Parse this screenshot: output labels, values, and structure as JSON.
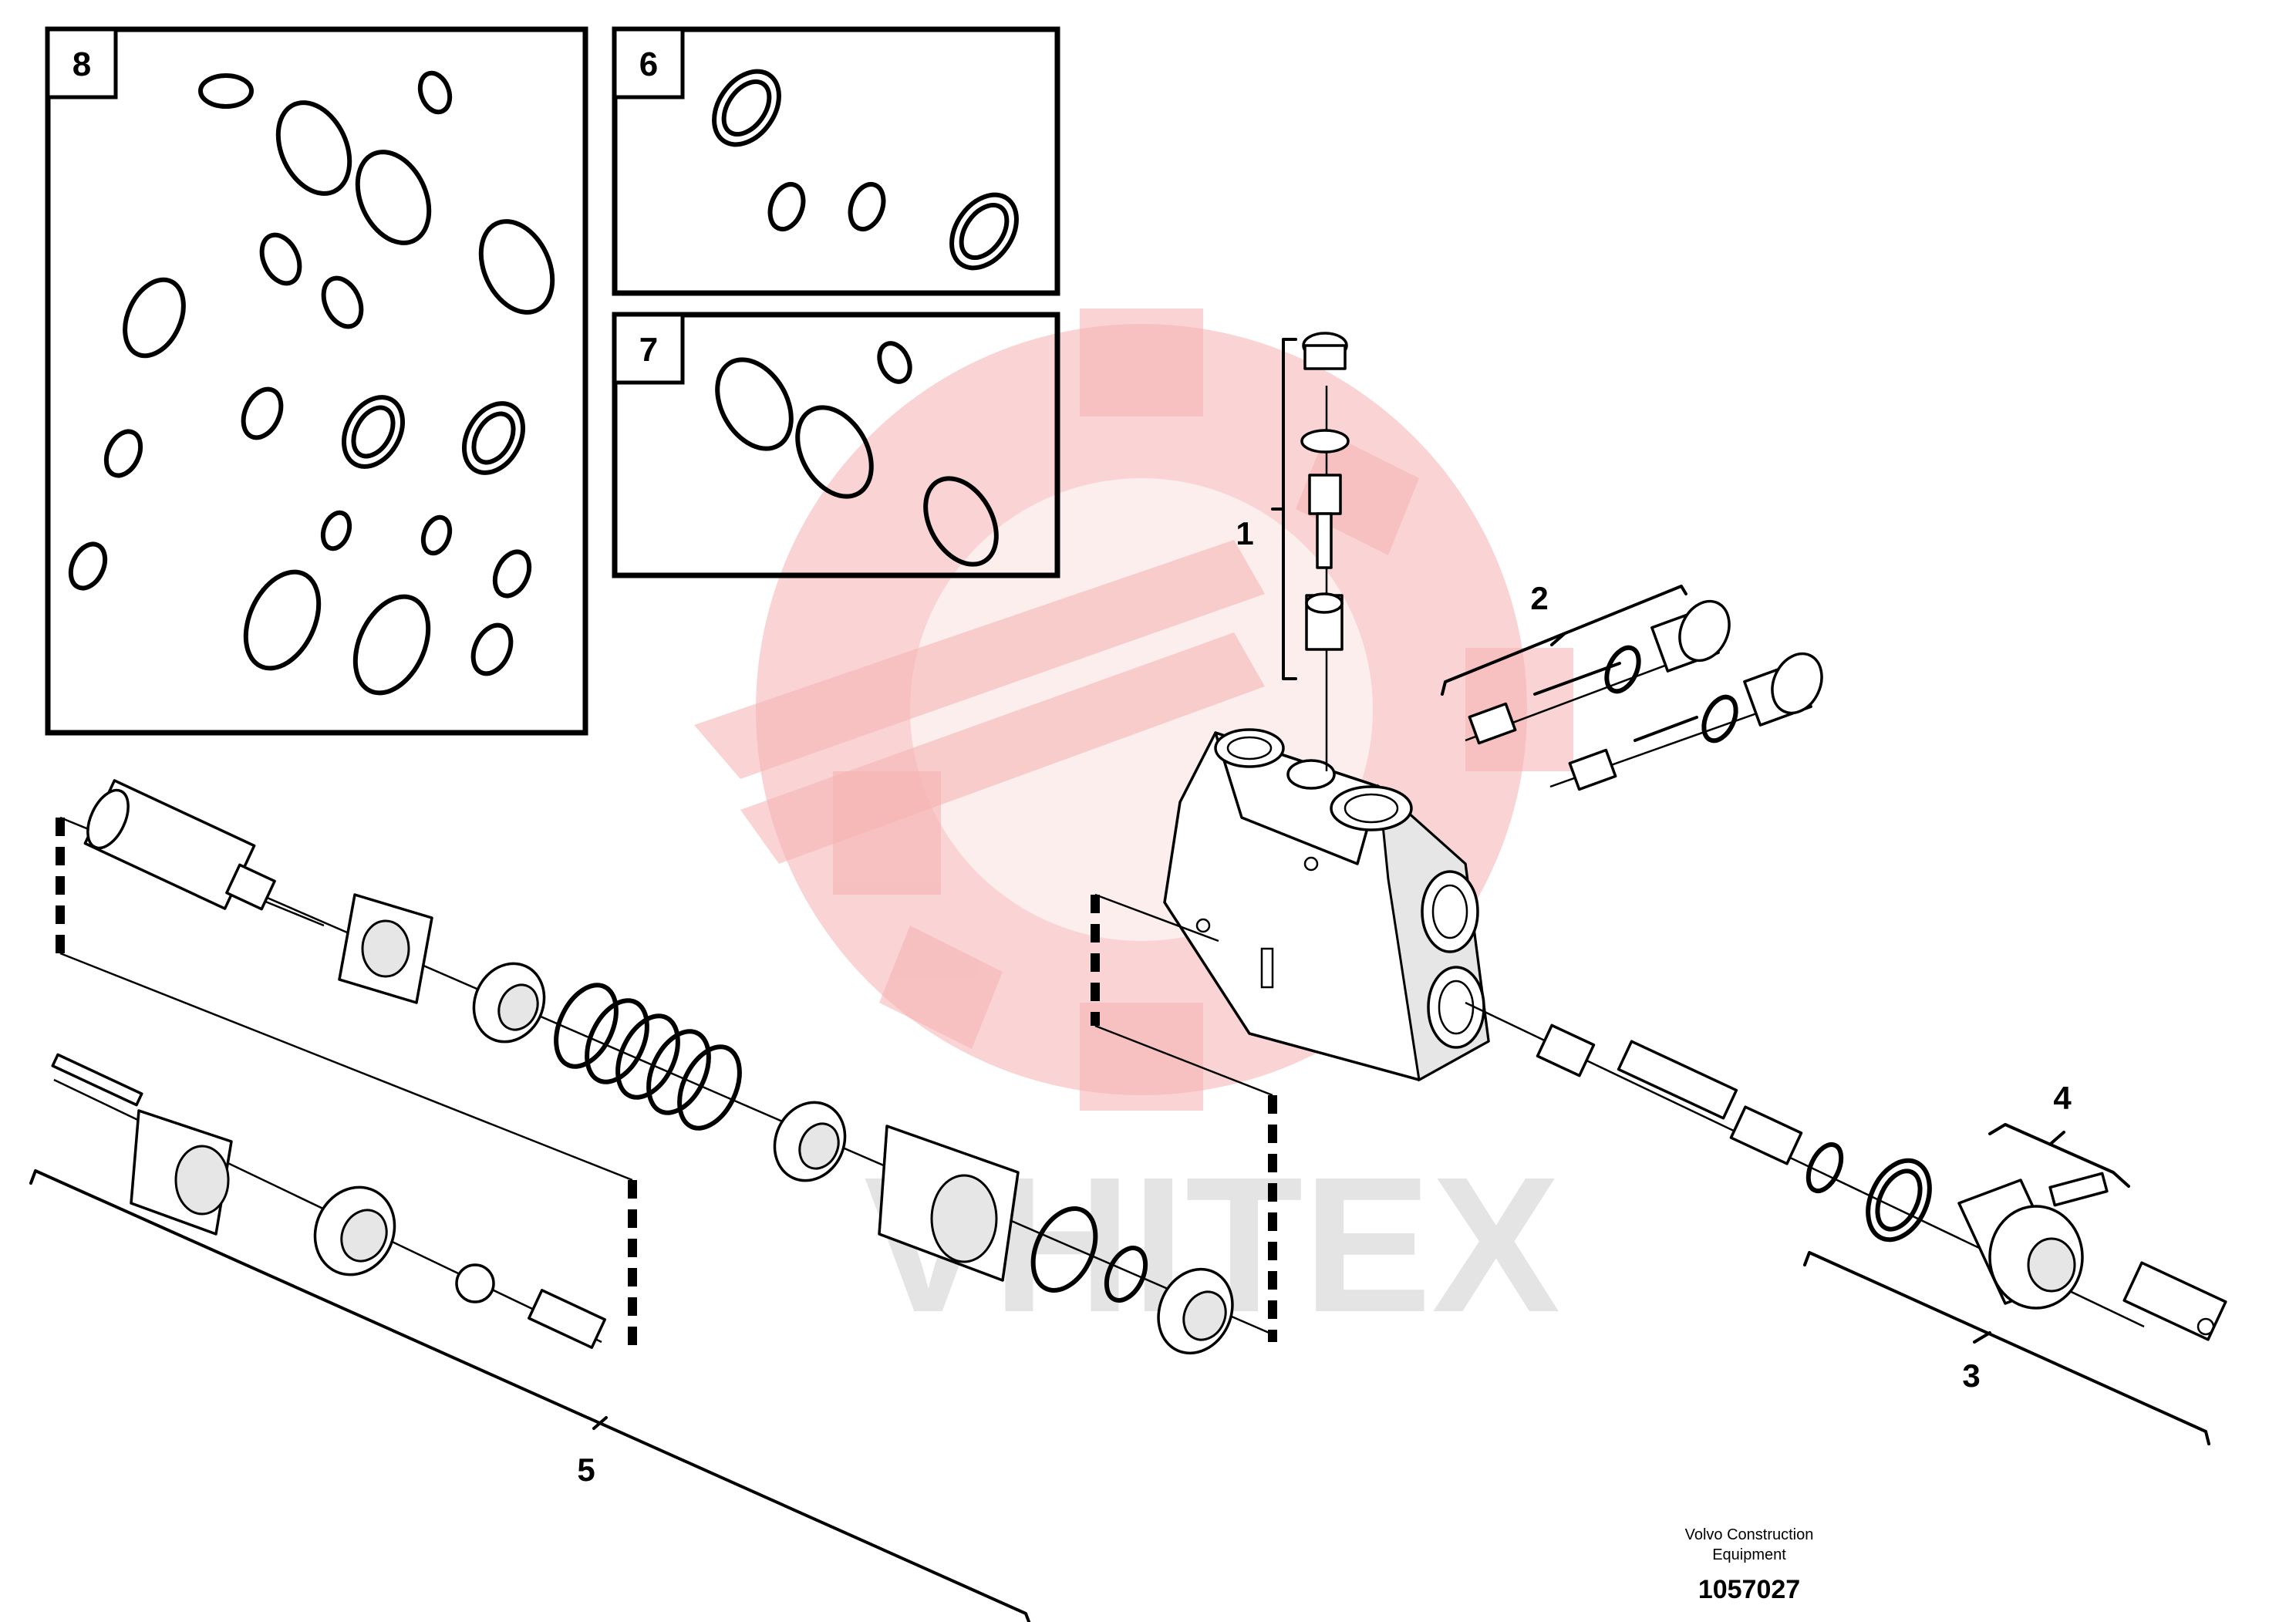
{
  "callouts": {
    "c1": "1",
    "c2": "2",
    "c3": "3",
    "c4": "4",
    "c5": "5"
  },
  "kits": {
    "k6": "6",
    "k7": "7",
    "k8": "8"
  },
  "footer": {
    "manufacturer_line1": "Volvo Construction",
    "manufacturer_line2": "Equipment",
    "drawing_number": "1057027"
  },
  "watermark": {
    "text": "VHITEX",
    "color": "#f08080"
  }
}
